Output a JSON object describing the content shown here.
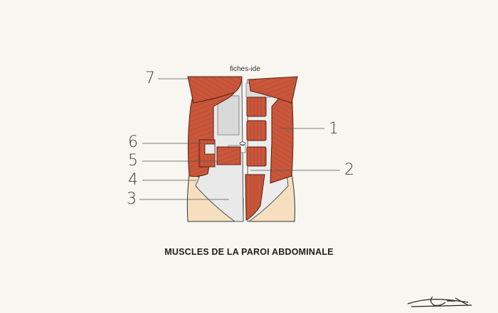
{
  "watermark": "fiches-ide",
  "caption": "MUSCLES DE LA PAROI ABDOMINALE",
  "labels": {
    "l1": "1",
    "l2": "2",
    "l3": "3",
    "l4": "4",
    "l5": "5",
    "l6": "6",
    "l7": "7"
  },
  "colors": {
    "background": "#f7f6f0",
    "muscle": "#c9573b",
    "skin": "#f6dfbf",
    "aponeurosis": "#ebebeb"
  }
}
